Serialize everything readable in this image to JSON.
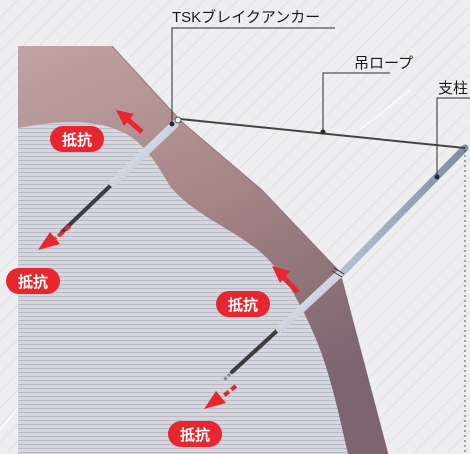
{
  "labels": {
    "anchor": "TSKブレイクアンカー",
    "rope": "吊ロープ",
    "post": "支柱",
    "resist": "抵抗"
  },
  "colors": {
    "background": "#eeeef0",
    "rock": "#a88888",
    "soil": "#cfd1d8",
    "arrow": "#e8262f",
    "badge": "#e8262f",
    "rope": "#444444",
    "post": "#8f9cb5"
  }
}
